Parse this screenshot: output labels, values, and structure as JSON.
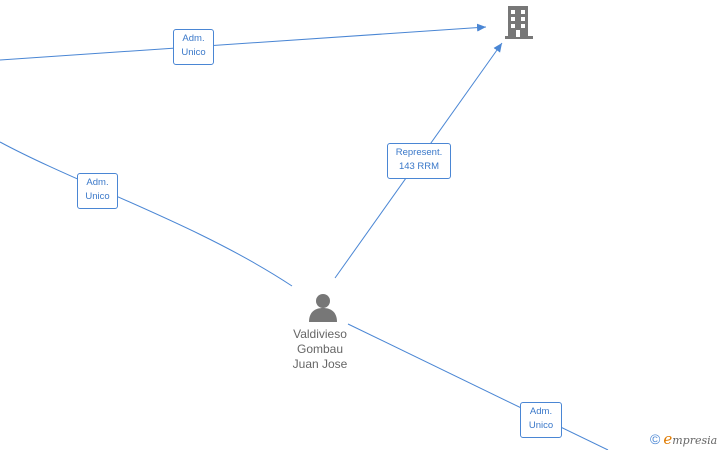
{
  "nodes": {
    "company": {
      "icon": "building-icon"
    },
    "person": {
      "icon": "person-icon",
      "name_lines": [
        "Valdivieso",
        "Gombau",
        "Juan Jose"
      ]
    }
  },
  "edges": [
    {
      "id": "adm-top",
      "label_lines": [
        "Adm.",
        "Unico"
      ]
    },
    {
      "id": "adm-left",
      "label_lines": [
        "Adm.",
        "Unico"
      ]
    },
    {
      "id": "represent",
      "label_lines": [
        "Represent.",
        "143 RRM"
      ]
    },
    {
      "id": "adm-bottom",
      "label_lines": [
        "Adm.",
        "Unico"
      ]
    }
  ],
  "colors": {
    "edge": "#4a86d4",
    "label_text": "#3a78c9",
    "node_icon": "#777777",
    "node_text": "#666666",
    "brand": "#e07b00"
  },
  "watermark": {
    "symbol": "©",
    "brand_initial": "e",
    "brand_rest": "mpresia"
  }
}
